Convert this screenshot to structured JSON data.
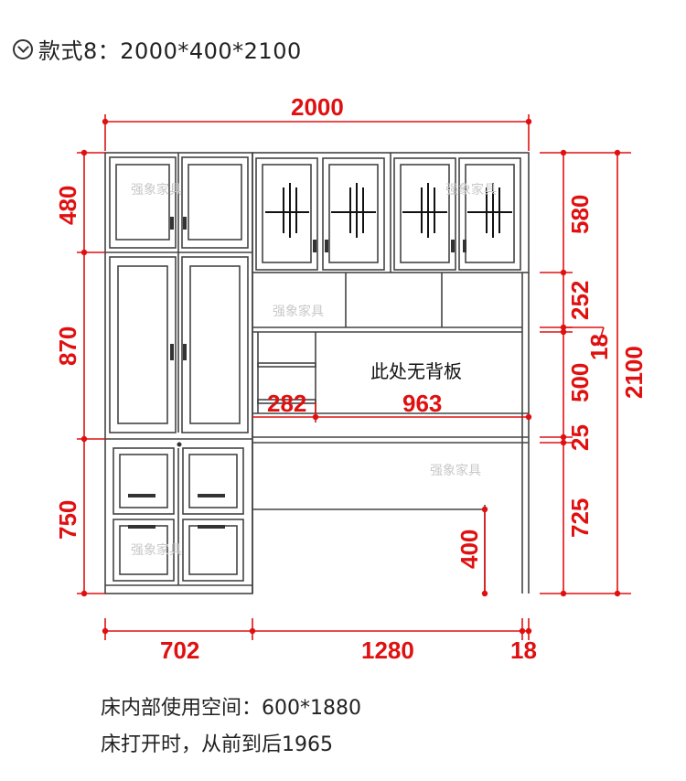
{
  "header": {
    "title": "款式8：2000*400*2100",
    "icon": "chevron-down-circle-icon"
  },
  "dimensions": {
    "total_width": "2000",
    "left_sections": [
      "480",
      "870",
      "750"
    ],
    "right_sections": [
      "580",
      "252",
      "18",
      "500",
      "25",
      "725"
    ],
    "total_height": "2100",
    "bottom_widths": [
      "702",
      "1280",
      "18"
    ],
    "shelf_width": "282",
    "desk_width": "963",
    "desk_support_height": "400"
  },
  "labels": {
    "no_backboard": "此处无背板",
    "watermark": "强象家具"
  },
  "notes": {
    "bed_space": "床内部使用空间：600*1880",
    "bed_open": "床打开时，从前到后1965"
  },
  "colors": {
    "dimension": "#e01010",
    "line": "#444444"
  }
}
